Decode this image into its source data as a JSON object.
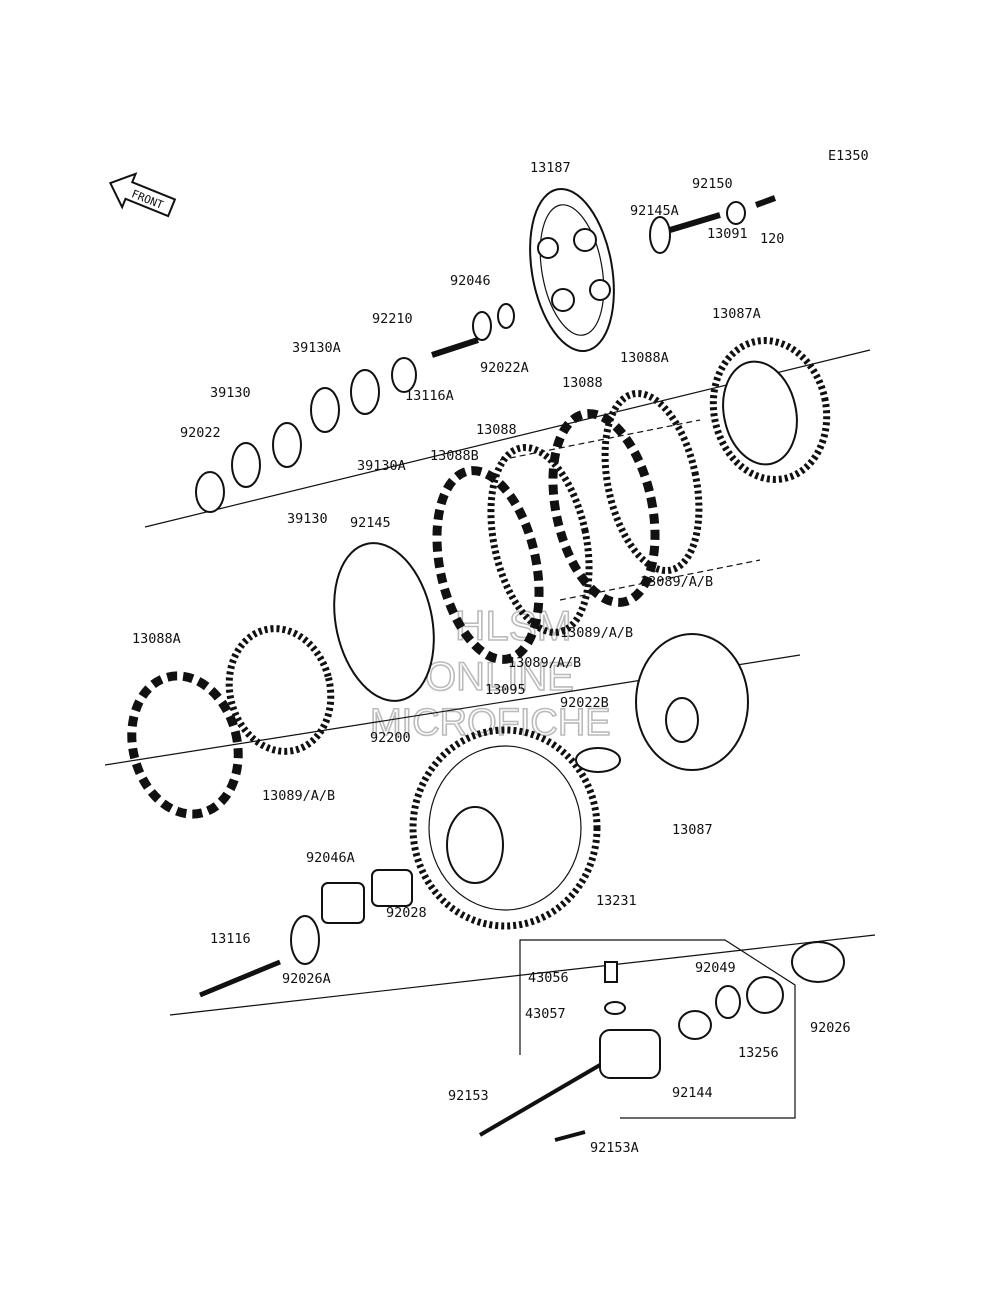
{
  "diagram_code": "E1350",
  "front_arrow_label": "FRONT",
  "watermark": {
    "line1": "HLSM",
    "line2": "ONLINE",
    "line3": "MICROFICHE"
  },
  "part_labels": [
    "13187",
    "92150",
    "92145A",
    "120",
    "13091",
    "92046",
    "92210",
    "92022A",
    "13116A",
    "39130A",
    "39130",
    "92022",
    "39130A",
    "39130",
    "13087A",
    "13088A",
    "13088",
    "13088",
    "13088B",
    "92145",
    "13089/A/B",
    "13089/A/B",
    "13089/A/B",
    "13088A",
    "92200",
    "13089/A/B",
    "13095",
    "92022B",
    "13087",
    "92046A",
    "92028",
    "13231",
    "13116",
    "92026A",
    "43056",
    "92049",
    "43057",
    "92026",
    "13256",
    "92144",
    "92153",
    "92153A"
  ]
}
